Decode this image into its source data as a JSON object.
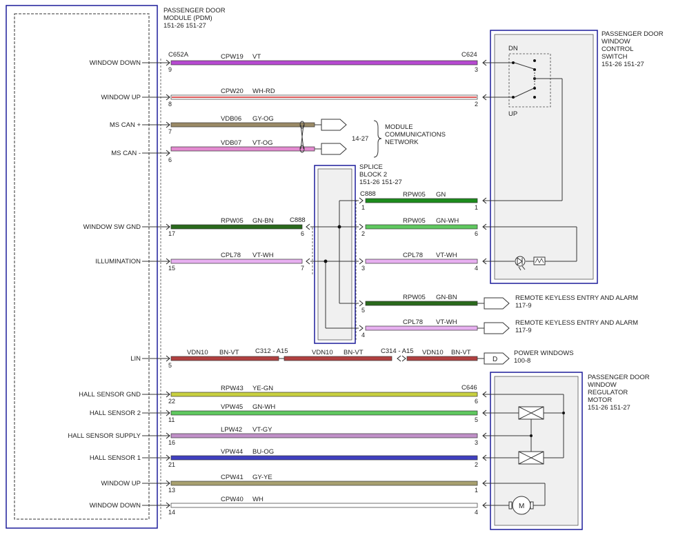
{
  "colors": {
    "PK": "#e36ee0",
    "RD": "#d02020",
    "GY": "#8a8a8a",
    "OG": "#d68a2a",
    "GN": "#1c8c1c",
    "WH": "#ffffff",
    "BN": "#7a3a1a",
    "YE": "#e0e030",
    "VT": "#b64ad0",
    "BU": "#1a1ad0",
    "GY-OG": "#9a8a66",
    "VT-OG": "#e38ad0",
    "GN-BN": "#2a6a1c",
    "GN-WH": "#5fc85f",
    "VT-WH": "#e7b0f0",
    "BN-VT": "#b04040",
    "YE-GN": "#c8d040",
    "VT-GY": "#c090c8",
    "BU-OG": "#4040c0",
    "GY-YE": "#a8a070"
  },
  "modules": {
    "pdm": {
      "title": [
        "PASSENGER DOOR",
        "MODULE (PDM)",
        "151-26  151-27"
      ]
    },
    "switch": {
      "title": [
        "PASSENGER DOOR",
        "WINDOW",
        "CONTROL",
        "SWITCH",
        "151-26  151-27"
      ],
      "dn": "DN",
      "up": "UP"
    },
    "splice": {
      "title": [
        "SPLICE",
        "BLOCK 2",
        "151-26  151-27"
      ]
    },
    "motor": {
      "title": [
        "PASSENGER DOOR",
        "WINDOW",
        "REGULATOR",
        "MOTOR",
        "151-26  151-27"
      ],
      "m": "M"
    }
  },
  "network": {
    "ref": "14-27",
    "label": [
      "MODULE",
      "COMMUNICATIONS",
      "NETWORK"
    ]
  },
  "connectors": {
    "c652a": "C652A",
    "c624": "C624",
    "c888a": "C888",
    "c888b": "C888",
    "c646": "C646"
  },
  "signals": [
    {
      "id": "window-down-1",
      "label": "WINDOW DOWN",
      "pin": "9"
    },
    {
      "id": "window-up-1",
      "label": "WINDOW UP",
      "pin": "8"
    },
    {
      "id": "ms-can-plus",
      "label": "MS CAN +",
      "pin": "7"
    },
    {
      "id": "ms-can-minus",
      "label": "MS CAN -",
      "pin": "6"
    },
    {
      "id": "window-sw-gnd",
      "label": "WINDOW SW GND",
      "pin": "17"
    },
    {
      "id": "illumination",
      "label": "ILLUMINATION",
      "pin": "15"
    },
    {
      "id": "lin",
      "label": "LIN",
      "pin": "5"
    },
    {
      "id": "hall-sensor-gnd",
      "label": "HALL SENSOR GND",
      "pin": "22"
    },
    {
      "id": "hall-sensor-2",
      "label": "HALL SENSOR 2",
      "pin": "11"
    },
    {
      "id": "hall-sensor-supply",
      "label": "HALL SENSOR SUPPLY",
      "pin": "16"
    },
    {
      "id": "hall-sensor-1",
      "label": "HALL SENSOR 1",
      "pin": "21"
    },
    {
      "id": "window-up-2",
      "label": "WINDOW UP",
      "pin": "13"
    },
    {
      "id": "window-down-2",
      "label": "WINDOW DOWN",
      "pin": "14"
    }
  ],
  "wires": [
    {
      "id": "cpw19",
      "circuit": "CPW19",
      "color": "VT",
      "pin_end": "3"
    },
    {
      "id": "cpw20",
      "circuit": "CPW20",
      "color": "WH-RD",
      "pin_end": "2"
    },
    {
      "id": "vdb06",
      "circuit": "VDB06",
      "color": "GY-OG"
    },
    {
      "id": "vdb07",
      "circuit": "VDB07",
      "color": "VT-OG"
    },
    {
      "id": "rpw05-gnbn",
      "circuit": "RPW05",
      "color": "GN-BN",
      "pin_end": "6"
    },
    {
      "id": "cpl78-l",
      "circuit": "CPL78",
      "color": "VT-WH",
      "pin_end": "7"
    },
    {
      "id": "rpw05-gn",
      "circuit": "RPW05",
      "color": "GN",
      "pin_start": "1",
      "pin_end": "1"
    },
    {
      "id": "rpw05-gnwh",
      "circuit": "RPW05",
      "color": "GN-WH",
      "pin_start": "2",
      "pin_end": "6"
    },
    {
      "id": "cpl78-r",
      "circuit": "CPL78",
      "color": "VT-WH",
      "pin_start": "3",
      "pin_end": "4"
    },
    {
      "id": "rpw05-rke",
      "circuit": "RPW05",
      "color": "GN-BN",
      "pin_start": "5",
      "dest": [
        "REMOTE KEYLESS ENTRY AND ALARM",
        "117-9"
      ]
    },
    {
      "id": "cpl78-rke",
      "circuit": "CPL78",
      "color": "VT-WH",
      "pin_start": "4",
      "dest": [
        "REMOTE KEYLESS ENTRY AND ALARM",
        "117-9"
      ]
    },
    {
      "id": "vdn10-a",
      "circuit": "VDN10",
      "color": "BN-VT"
    },
    {
      "id": "vdn10-b",
      "circuit": "VDN10",
      "color": "BN-VT"
    },
    {
      "id": "vdn10-c",
      "circuit": "VDN10",
      "color": "BN-VT",
      "flag": "D",
      "dest": [
        "POWER WINDOWS",
        "100-8"
      ]
    },
    {
      "id": "rpw43",
      "circuit": "RPW43",
      "color": "YE-GN",
      "pin_end": "6"
    },
    {
      "id": "vpw45",
      "circuit": "VPW45",
      "color": "GN-WH",
      "pin_end": "5"
    },
    {
      "id": "lpw42",
      "circuit": "LPW42",
      "color": "VT-GY",
      "pin_end": "3"
    },
    {
      "id": "vpw44",
      "circuit": "VPW44",
      "color": "BU-OG",
      "pin_end": "2"
    },
    {
      "id": "cpw41",
      "circuit": "CPW41",
      "color": "GY-YE",
      "pin_end": "1"
    },
    {
      "id": "cpw40",
      "circuit": "CPW40",
      "color": "WH",
      "pin_end": "4"
    }
  ],
  "inline": {
    "c312": "C312 - A15",
    "c314": "C314 - A15"
  }
}
